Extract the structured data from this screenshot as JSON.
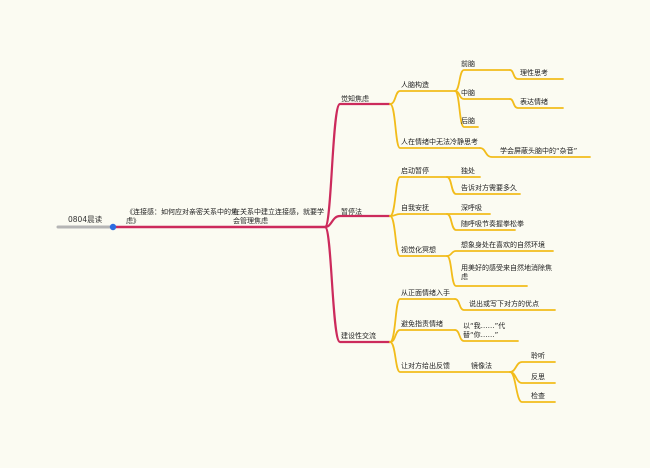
{
  "colors": {
    "root_line": "#b5b5b5",
    "center_line": "#cc2a5c",
    "branch_line": "#f2bc1b",
    "root_dot": "#2d6be0",
    "background": "#fbfbf2"
  },
  "mindmap": {
    "root": "0804晨读",
    "main": "《连接感：如何应对亲密关系中的焦虑》",
    "central": "在关系中建立连接感，就要学会管理焦虑",
    "b1": {
      "label": "觉知焦虑",
      "c1": {
        "label": "人脑构造",
        "g1": {
          "label": "前脑",
          "leaf": "理性思考"
        },
        "g2": {
          "label": "中脑",
          "leaf": "表达情绪"
        },
        "g3": {
          "label": "后脑"
        }
      },
      "c2": {
        "label": "人在情绪中无法冷静思考",
        "leaf": "学会屏蔽头脑中的“杂音”"
      }
    },
    "b2": {
      "label": "暂停法",
      "c1": {
        "label": "启动暂停",
        "l1": "独处",
        "l2": "告诉对方需要多久"
      },
      "c2": {
        "label": "自我安抚",
        "l1": "深呼吸",
        "l2": "随呼吸节奏握拳松拳"
      },
      "c3": {
        "label": "视觉化冥想",
        "l1": "想象身处在喜欢的自然环境",
        "l2": "用美好的感受来自然地消除焦虑"
      }
    },
    "b3": {
      "label": "建设性交流",
      "c1": {
        "label": "从正面情绪入手",
        "leaf": "说出或写下对方的优点"
      },
      "c2": {
        "label": "避免指责情绪",
        "leaf": "以“我……”代替“你……”"
      },
      "c3": {
        "label": "让对方给出反馈",
        "g": "镜像法",
        "l1": "聆听",
        "l2": "反思",
        "l3": "检查"
      }
    }
  }
}
